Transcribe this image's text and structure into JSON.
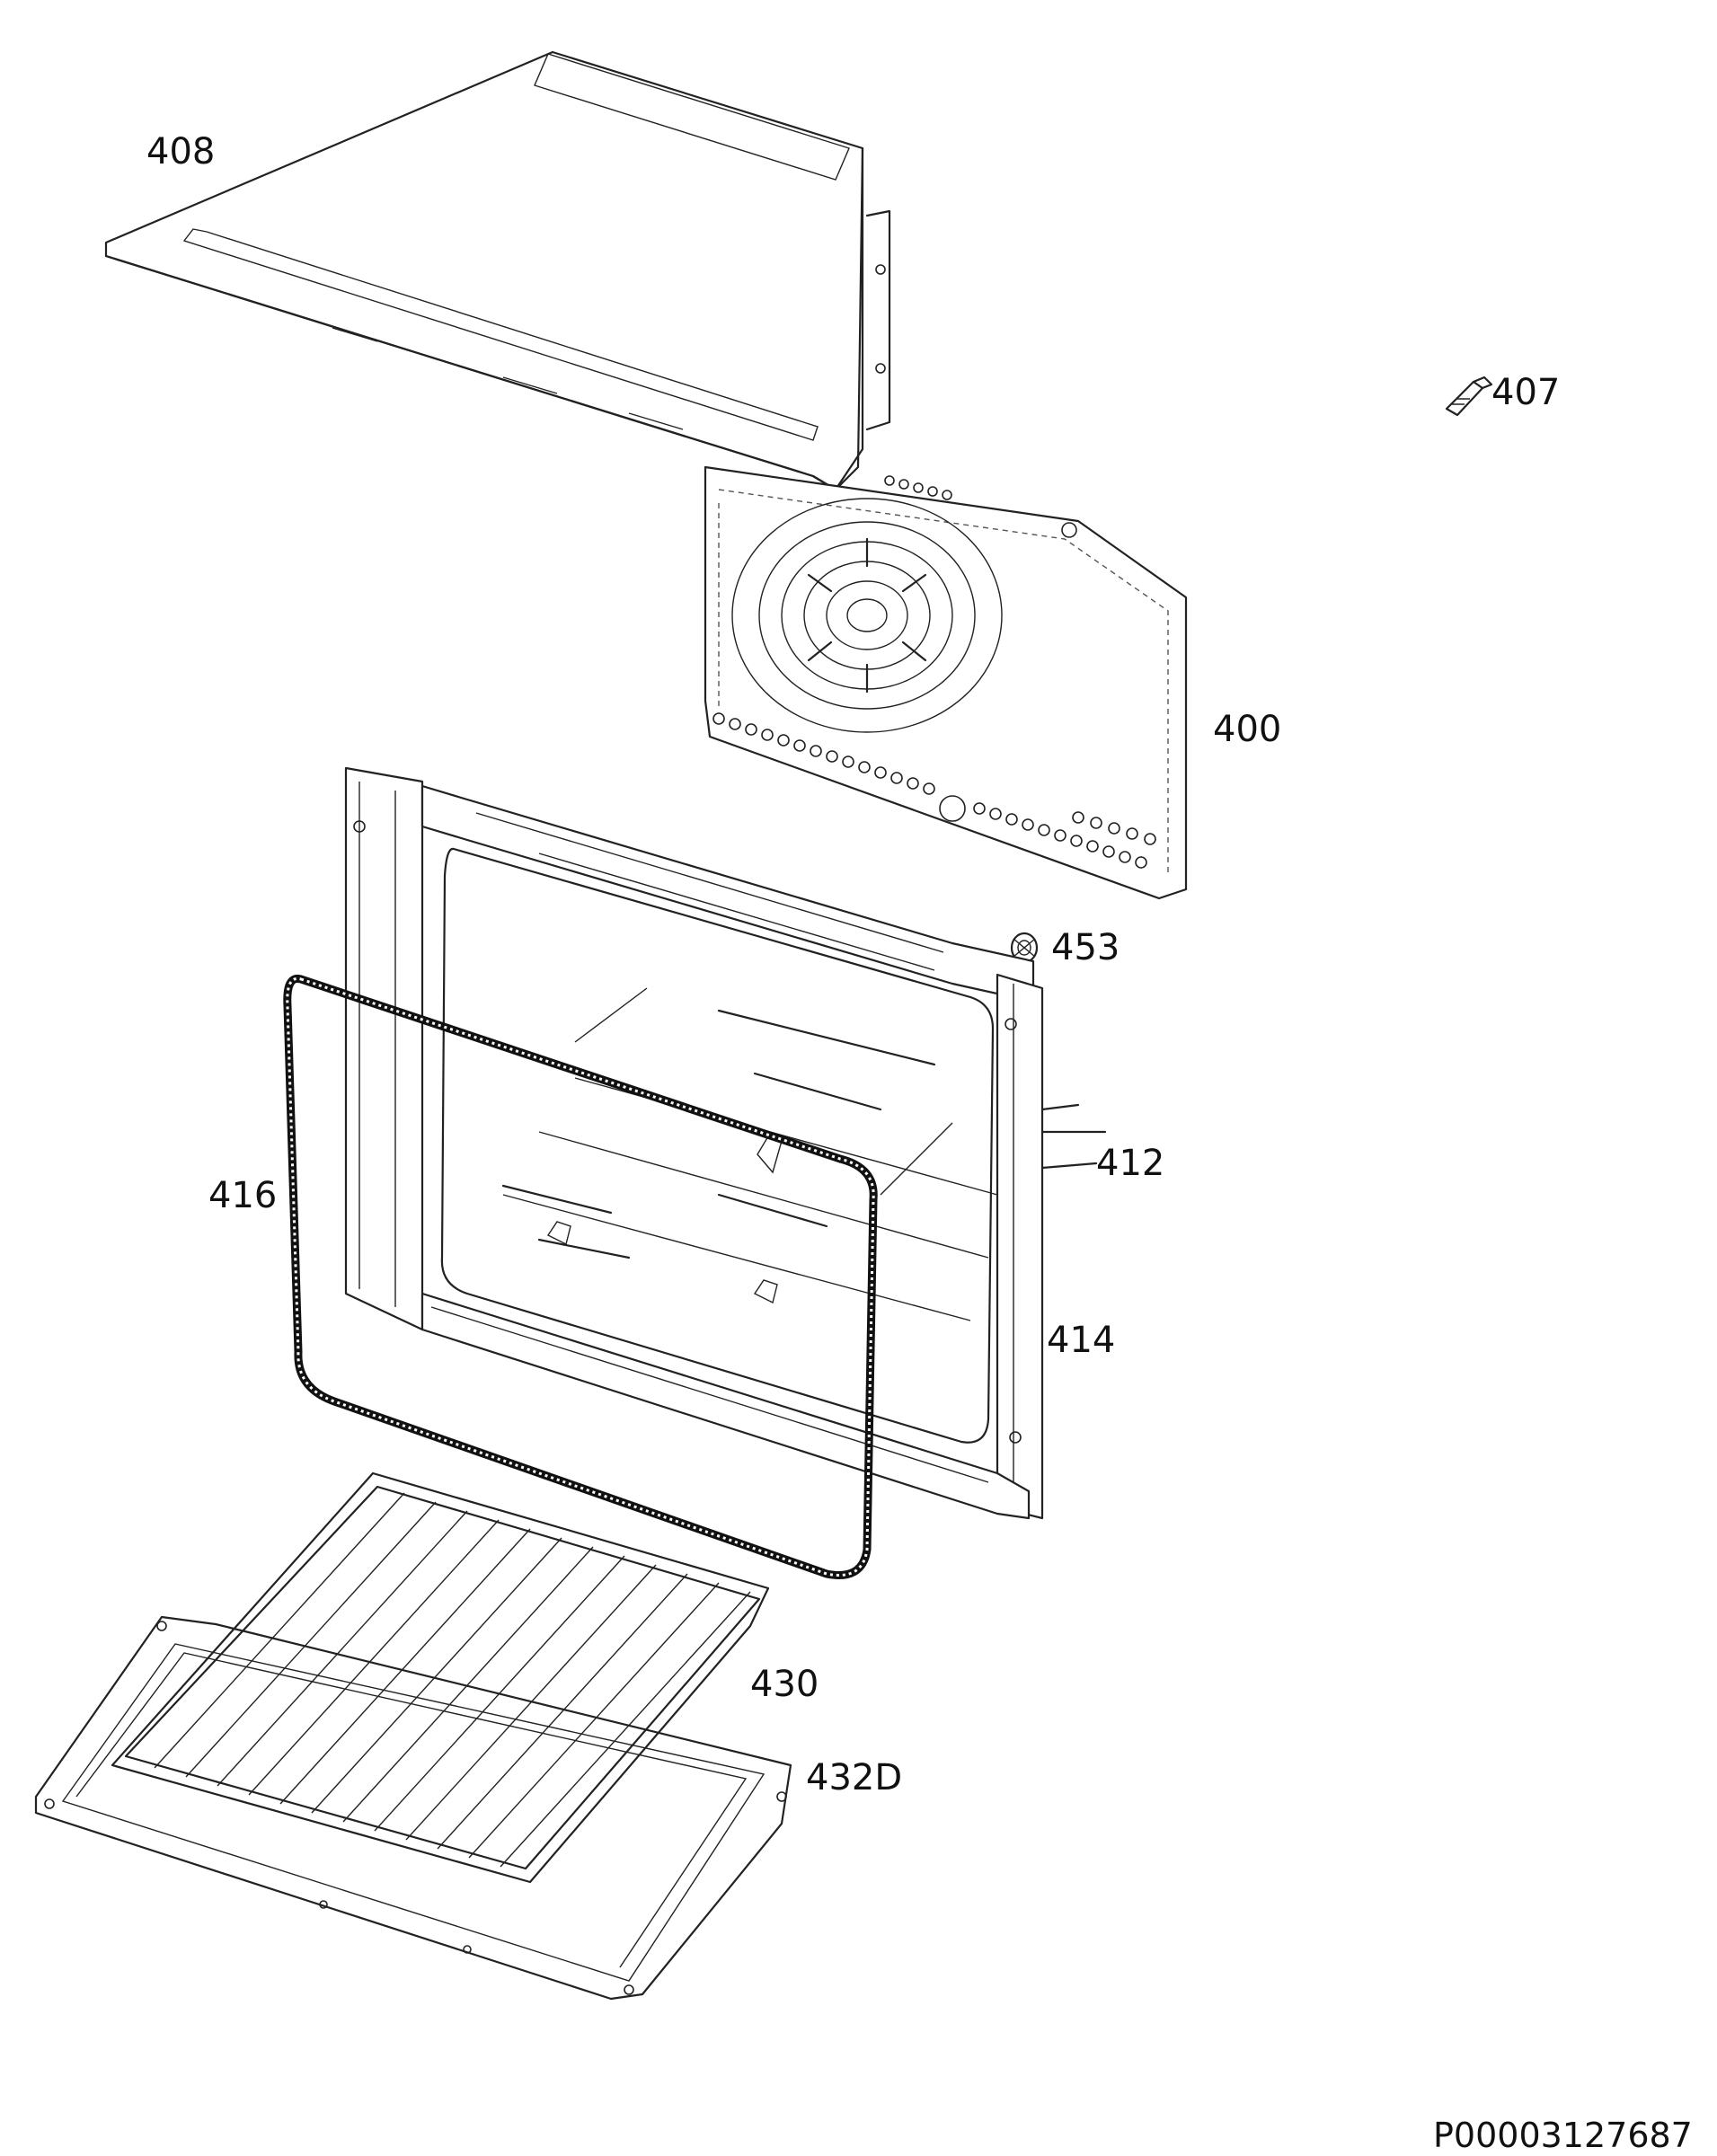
{
  "labels": {
    "p408": "408",
    "p407": "407",
    "p400": "400",
    "p453": "453",
    "p412": "412",
    "p416": "416",
    "p414": "414",
    "p430": "430",
    "p432d": "432D"
  },
  "document_code": "P00003127687"
}
